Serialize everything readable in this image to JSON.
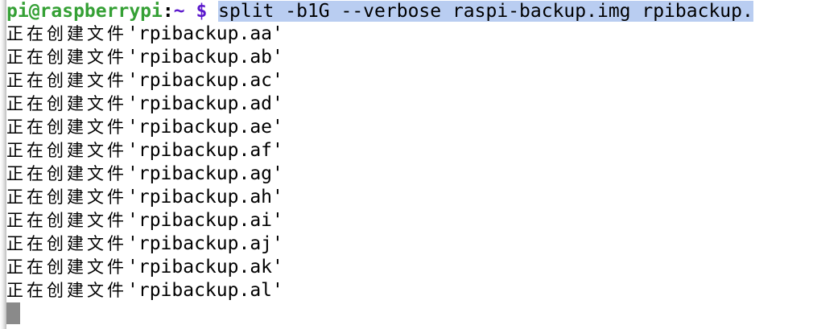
{
  "terminal": {
    "background_color": "#ffffff",
    "foreground_color": "#000000",
    "selection_color": "#b9cdf1",
    "prompt_user_host_color": "#35a035",
    "prompt_path_color": "#5b18cc",
    "cursor_color": "#8a8a8a",
    "prompt": {
      "user_host": "pi@raspberrypi",
      "separator": ":",
      "path": "~",
      "symbol": "$",
      "command": "split -b1G --verbose raspi-backup.img rpibackup.",
      "command_selected": true
    },
    "output_lines": [
      {
        "message": "正在创建文件",
        "filename": "'rpibackup.aa'"
      },
      {
        "message": "正在创建文件",
        "filename": "'rpibackup.ab'"
      },
      {
        "message": "正在创建文件",
        "filename": "'rpibackup.ac'"
      },
      {
        "message": "正在创建文件",
        "filename": "'rpibackup.ad'"
      },
      {
        "message": "正在创建文件",
        "filename": "'rpibackup.ae'"
      },
      {
        "message": "正在创建文件",
        "filename": "'rpibackup.af'"
      },
      {
        "message": "正在创建文件",
        "filename": "'rpibackup.ag'"
      },
      {
        "message": "正在创建文件",
        "filename": "'rpibackup.ah'"
      },
      {
        "message": "正在创建文件",
        "filename": "'rpibackup.ai'"
      },
      {
        "message": "正在创建文件",
        "filename": "'rpibackup.aj'"
      },
      {
        "message": "正在创建文件",
        "filename": "'rpibackup.ak'"
      },
      {
        "message": "正在创建文件",
        "filename": "'rpibackup.al'"
      }
    ],
    "cursor": {
      "shape": "block",
      "visible": true
    }
  }
}
